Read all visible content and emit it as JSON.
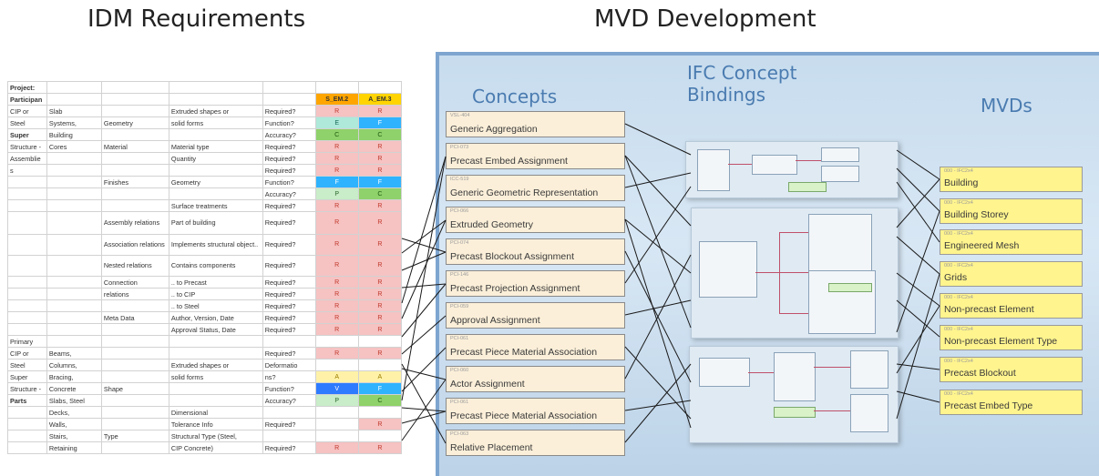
{
  "titles": {
    "idm": "IDM Requirements",
    "mvd": "MVD Development"
  },
  "idm_table": {
    "columns": [
      "S_EM.2",
      "A_EM.3"
    ],
    "rows": [
      [
        "Project:",
        "",
        "",
        "",
        "",
        "",
        ""
      ],
      [
        "Participan",
        "",
        "",
        "",
        "",
        "S_EM.2",
        "A_EM.3"
      ],
      [
        "CIP or",
        "Slab",
        "",
        "Extruded shapes or",
        "Required?",
        "R",
        "R"
      ],
      [
        "Steel",
        "Systems,",
        "Geometry",
        "solid forms",
        "Function?",
        "E",
        "F"
      ],
      [
        "Super",
        "Building",
        "",
        "",
        "Accuracy?",
        "C",
        "C"
      ],
      [
        "Structure -",
        "Cores",
        "Material",
        "Material type",
        "Required?",
        "R",
        "R"
      ],
      [
        "Assemblie",
        "",
        "",
        "Quantity",
        "Required?",
        "R",
        "R"
      ],
      [
        "s",
        "",
        "",
        "",
        "Required?",
        "R",
        "R"
      ],
      [
        "",
        "",
        "Finishes",
        "Geometry",
        "Function?",
        "F",
        "F"
      ],
      [
        "",
        "",
        "",
        "",
        "Accuracy?",
        "P",
        "C"
      ],
      [
        "",
        "",
        "",
        "Surface treatments",
        "Required?",
        "R",
        "R"
      ],
      [
        "",
        "",
        "Assembly relations",
        "Part of building",
        "Required?",
        "R",
        "R"
      ],
      [
        "",
        "",
        "Association relations",
        "Implements structural object..",
        "Required?",
        "R",
        "R"
      ],
      [
        "",
        "",
        "Nested relations",
        "Contains components",
        "Required?",
        "R",
        "R"
      ],
      [
        "",
        "",
        "Connection",
        ".. to Precast",
        "Required?",
        "R",
        "R"
      ],
      [
        "",
        "",
        "relations",
        ".. to CIP",
        "Required?",
        "R",
        "R"
      ],
      [
        "",
        "",
        "",
        ".. to Steel",
        "Required?",
        "R",
        "R"
      ],
      [
        "",
        "",
        "Meta Data",
        "Author, Version, Date",
        "Required?",
        "R",
        "R"
      ],
      [
        "",
        "",
        "",
        "Approval Status, Date",
        "Required?",
        "R",
        "R"
      ],
      [
        "Primary",
        "",
        "",
        "",
        "",
        "",
        ""
      ],
      [
        "CIP or",
        "Beams,",
        "",
        "",
        "Required?",
        "R",
        "R"
      ],
      [
        "Steel",
        "Columns,",
        "",
        "Extruded shapes or",
        "Deformatio",
        "",
        ""
      ],
      [
        "Super",
        "Bracing,",
        "",
        "solid forms",
        "ns?",
        "A",
        "A"
      ],
      [
        "Structure -",
        "Concrete",
        "Shape",
        "",
        "Function?",
        "V",
        "F"
      ],
      [
        "Parts",
        "Slabs, Steel",
        "",
        "",
        "Accuracy?",
        "P",
        "C"
      ],
      [
        "",
        "Decks,",
        "",
        "Dimensional",
        "",
        "",
        ""
      ],
      [
        "",
        "Walls,",
        "",
        "Tolerance Info",
        "Required?",
        "",
        "R"
      ],
      [
        "",
        "Stairs,",
        "Type",
        "Structural Type (Steel,",
        "",
        "",
        ""
      ],
      [
        "",
        "Retaining",
        "",
        "CIP Concrete)",
        "Required?",
        "R",
        "R"
      ]
    ]
  },
  "columns_headers": {
    "concepts": "Concepts",
    "bindings": "IFC Concept\nBindings",
    "mvds": "MVDs"
  },
  "concepts": [
    {
      "code": "VSL-404",
      "name": "Generic Aggregation"
    },
    {
      "code": "PCI-073",
      "name": "Precast Embed Assignment"
    },
    {
      "code": "ICC-519",
      "name": "Generic Geometric Representation"
    },
    {
      "code": "PCI-066",
      "name": "Extruded Geometry"
    },
    {
      "code": "PCI-074",
      "name": "Precast Blockout Assignment"
    },
    {
      "code": "PCI-146",
      "name": "Precast Projection Assignment"
    },
    {
      "code": "PCI-059",
      "name": "Approval Assignment"
    },
    {
      "code": "PCI-061",
      "name": "Precast Piece Material Association"
    },
    {
      "code": "PCI-060",
      "name": "Actor Assignment"
    },
    {
      "code": "PCI-061",
      "name": "Precast Piece Material Association"
    },
    {
      "code": "PCI-063",
      "name": "Relative Placement"
    }
  ],
  "mvds": [
    {
      "code": "000 - IFC2x4",
      "name": "Building"
    },
    {
      "code": "000 - IFC2x4",
      "name": "Building Storey"
    },
    {
      "code": "000 - IFC2x4",
      "name": "Engineered Mesh"
    },
    {
      "code": "000 - IFC2x4",
      "name": "Grids"
    },
    {
      "code": "000 - IFC2x4",
      "name": "Non-precast Element"
    },
    {
      "code": "000 - IFC2x4",
      "name": "Non-precast Element Type"
    },
    {
      "code": "000 - IFC2x4",
      "name": "Precast Blockout"
    },
    {
      "code": "000 - IFC2x4",
      "name": "Precast Embed Type"
    }
  ],
  "colors": {
    "panel": "#c7dcee",
    "concept_fill": "#fbefd9",
    "mvd_fill": "#fff48e",
    "title_blue": "#4a7bb0"
  }
}
